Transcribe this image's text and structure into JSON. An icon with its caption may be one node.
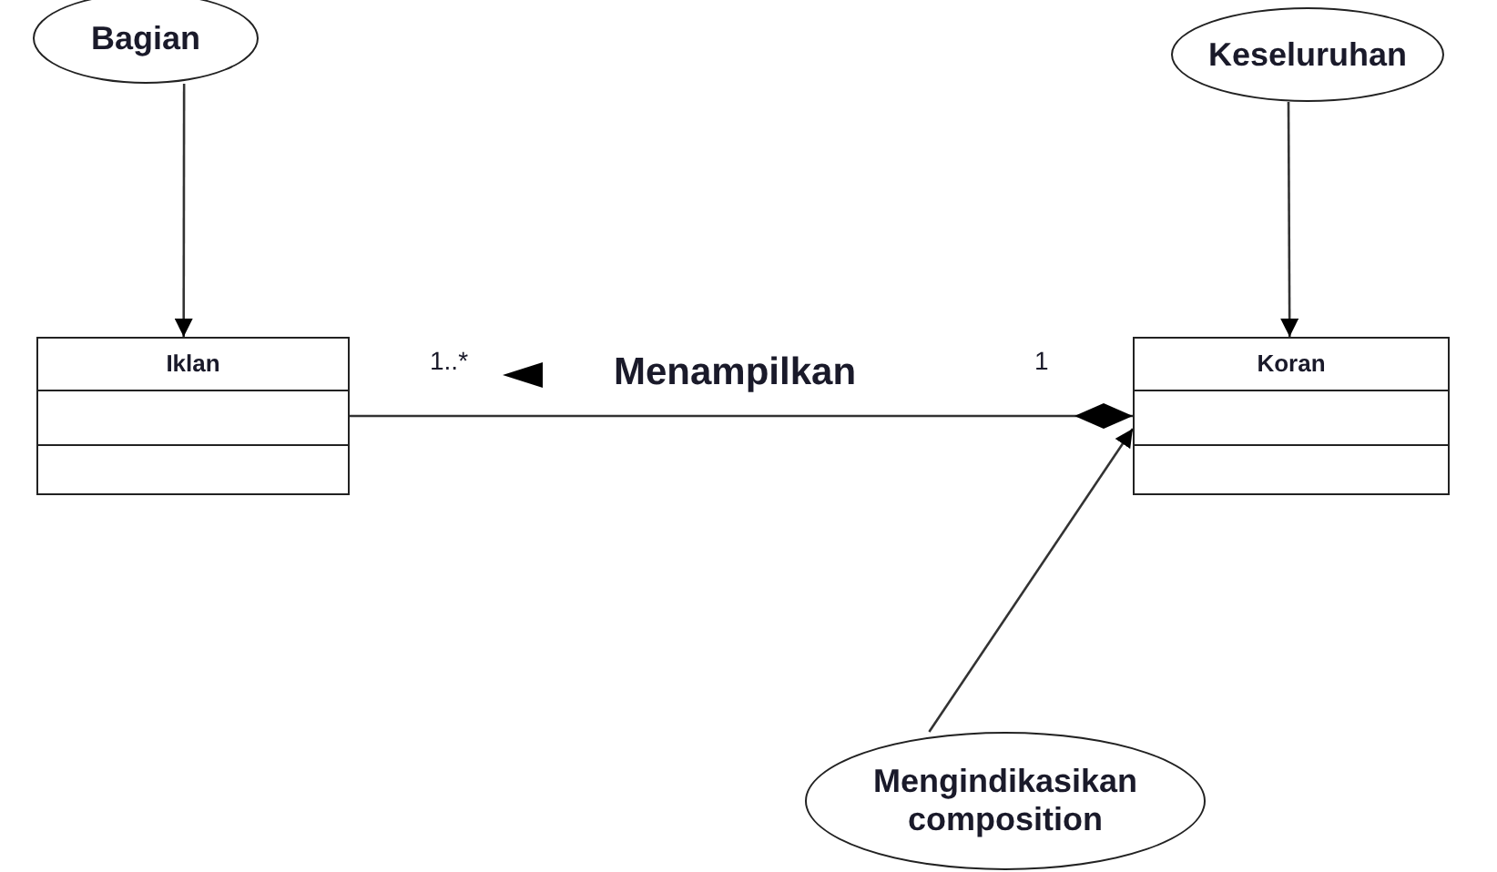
{
  "diagram": {
    "nodes": [
      {
        "text": [
          "Bagian"
        ]
      },
      {
        "text": [
          "Keseluruhan"
        ]
      },
      {
        "text": [
          "Iklan"
        ]
      },
      {
        "text": [
          "Koran"
        ]
      },
      {
        "text": [
          "Mengindikasikan composition"
        ]
      }
    ],
    "edges": [
      {
        "from": 0,
        "to": 2,
        "arrow": "to"
      },
      {
        "from": 1,
        "to": 3,
        "arrow": "to"
      },
      {
        "from": 2,
        "to": 3,
        "arrow": "other",
        "label": "Menampilkan"
      },
      {
        "from": 4,
        "to": 3,
        "arrow": "to"
      }
    ],
    "labels": [
      "1..*",
      "1"
    ]
  }
}
